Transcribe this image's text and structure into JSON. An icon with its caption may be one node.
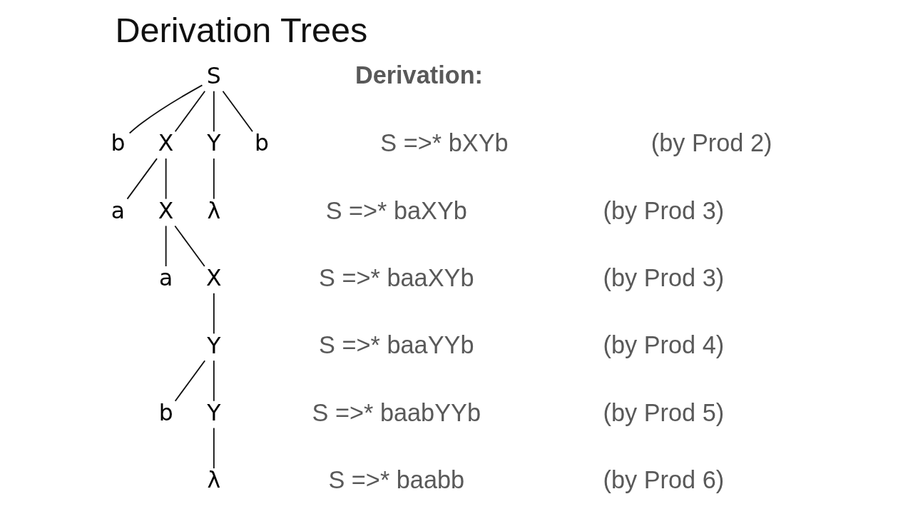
{
  "diagram": {
    "title": "Derivation Trees",
    "nodes": [
      {
        "text": [
          "S"
        ]
      },
      {
        "text": [
          "b"
        ]
      },
      {
        "text": [
          "X"
        ]
      },
      {
        "text": [
          "Y"
        ]
      },
      {
        "text": [
          "b"
        ]
      },
      {
        "text": [
          "a"
        ]
      },
      {
        "text": [
          "X"
        ]
      },
      {
        "text": [
          "λ"
        ]
      },
      {
        "text": [
          "a"
        ]
      },
      {
        "text": [
          "X"
        ]
      },
      {
        "text": [
          "Y"
        ]
      },
      {
        "text": [
          "b"
        ]
      },
      {
        "text": [
          "Y"
        ]
      },
      {
        "text": [
          "λ"
        ]
      }
    ],
    "edges": [
      {
        "from": 0,
        "to": 1,
        "arrow": "none"
      },
      {
        "from": 0,
        "to": 2,
        "arrow": "none"
      },
      {
        "from": 0,
        "to": 3,
        "arrow": "none"
      },
      {
        "from": 0,
        "to": 4,
        "arrow": "none"
      },
      {
        "from": 2,
        "to": 5,
        "arrow": "none"
      },
      {
        "from": 2,
        "to": 6,
        "arrow": "none"
      },
      {
        "from": 3,
        "to": 7,
        "arrow": "none"
      },
      {
        "from": 6,
        "to": 8,
        "arrow": "none"
      },
      {
        "from": 6,
        "to": 9,
        "arrow": "none"
      },
      {
        "from": 9,
        "to": 10,
        "arrow": "none"
      },
      {
        "from": 10,
        "to": 11,
        "arrow": "none"
      },
      {
        "from": 10,
        "to": 12,
        "arrow": "none"
      },
      {
        "from": 12,
        "to": 13,
        "arrow": "none"
      }
    ],
    "labels": [
      "Derivation:",
      "S =>* bXYb",
      "(by Prod 2)",
      "S =>* baXYb",
      "(by Prod 3)",
      "S =>* baaXYb",
      "(by Prod 3)",
      "S =>* baaYYb",
      "(by Prod 4)",
      "S =>* baabYYb",
      "(by Prod 5)",
      "S =>* baabb",
      "(by Prod 6)"
    ]
  }
}
